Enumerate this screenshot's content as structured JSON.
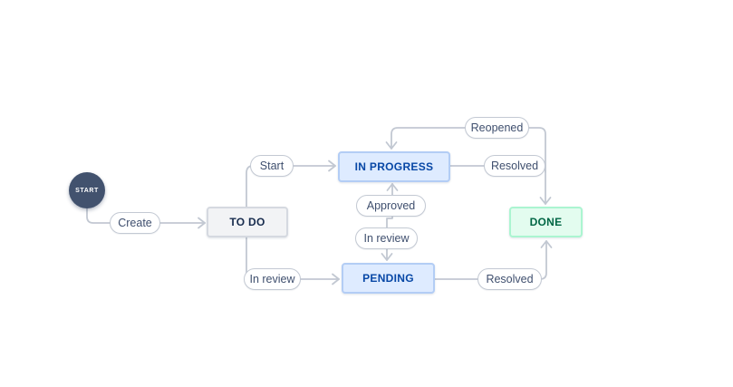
{
  "diagram": {
    "kind": "workflow-status-diagram",
    "nodes": {
      "start": {
        "label": "START",
        "type": "initial-node"
      },
      "todo": {
        "label": "TO DO",
        "category": "todo"
      },
      "in_progress": {
        "label": "IN PROGRESS",
        "category": "in-progress"
      },
      "pending": {
        "label": "PENDING",
        "category": "in-progress"
      },
      "done": {
        "label": "DONE",
        "category": "done"
      }
    },
    "transitions": {
      "create": {
        "label": "Create",
        "from": "start",
        "to": "todo"
      },
      "start": {
        "label": "Start",
        "from": "todo",
        "to": "in_progress"
      },
      "in_review_left": {
        "label": "In review",
        "from": "todo",
        "to": "pending"
      },
      "approved": {
        "label": "Approved",
        "from": "pending",
        "to": "in_progress"
      },
      "in_review_mid": {
        "label": "In review",
        "from": "in_progress",
        "to": "pending"
      },
      "resolved_top": {
        "label": "Resolved",
        "from": "in_progress",
        "to": "done"
      },
      "reopened": {
        "label": "Reopened",
        "from": "done",
        "to": "in_progress"
      },
      "resolved_bottom": {
        "label": "Resolved",
        "from": "pending",
        "to": "done"
      }
    },
    "colors": {
      "background": "#FFFFFF",
      "start_node_bg": "#42526E",
      "start_node_text": "#FFFFFF",
      "todo_bg": "#F2F3F5",
      "todo_border": "#D5D9E0",
      "todo_text": "#172B4D",
      "in_progress_bg": "#DEEBFF",
      "in_progress_border": "#B3CDF5",
      "in_progress_text": "#0747A6",
      "done_bg": "#E3FCEF",
      "done_border": "#ABF5D1",
      "done_text": "#006644",
      "transition_pill_bg": "#FFFFFF",
      "transition_pill_border": "#C3C9D3",
      "transition_pill_text": "#3F4F6E",
      "connector_line": "#C2C8D2"
    }
  }
}
